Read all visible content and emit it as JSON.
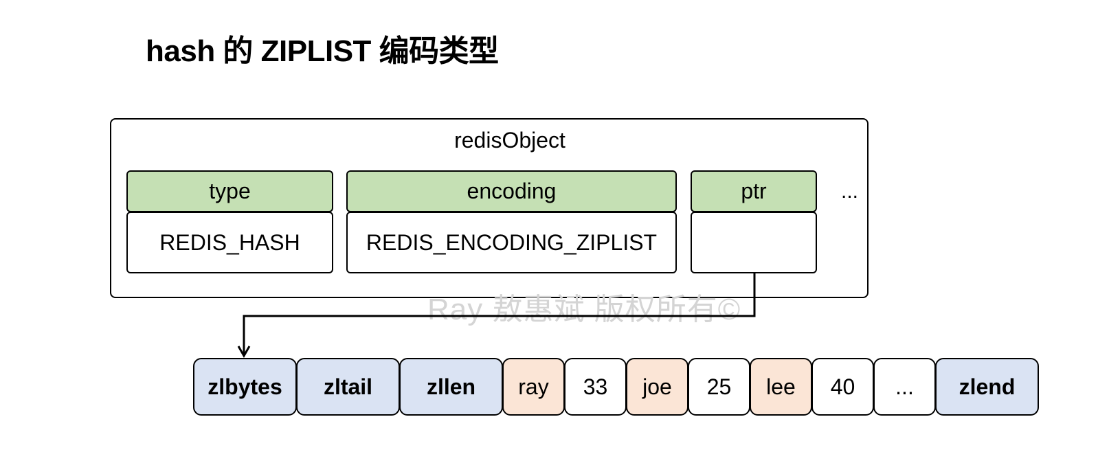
{
  "title": "hash 的 ZIPLIST 编码类型",
  "redis_object": {
    "label": "redisObject",
    "fields": [
      {
        "header": "type",
        "value": "REDIS_HASH"
      },
      {
        "header": "encoding",
        "value": "REDIS_ENCODING_ZIPLIST"
      },
      {
        "header": "ptr",
        "value": ""
      }
    ],
    "more": "..."
  },
  "ziplist": {
    "cells": [
      {
        "label": "zlbytes",
        "kind": "meta"
      },
      {
        "label": "zltail",
        "kind": "meta"
      },
      {
        "label": "zllen",
        "kind": "meta"
      },
      {
        "label": "ray",
        "kind": "key"
      },
      {
        "label": "33",
        "kind": "num"
      },
      {
        "label": "joe",
        "kind": "key"
      },
      {
        "label": "25",
        "kind": "num"
      },
      {
        "label": "lee",
        "kind": "key"
      },
      {
        "label": "40",
        "kind": "num"
      },
      {
        "label": "...",
        "kind": "num"
      },
      {
        "label": "zlend",
        "kind": "meta"
      }
    ]
  },
  "watermark": "Ray 敖惠斌 版权所有©",
  "colors": {
    "field_header": "#c5e0b4",
    "meta_cell": "#dae3f3",
    "key_cell": "#fbe5d6",
    "value_cell": "#ffffff"
  }
}
